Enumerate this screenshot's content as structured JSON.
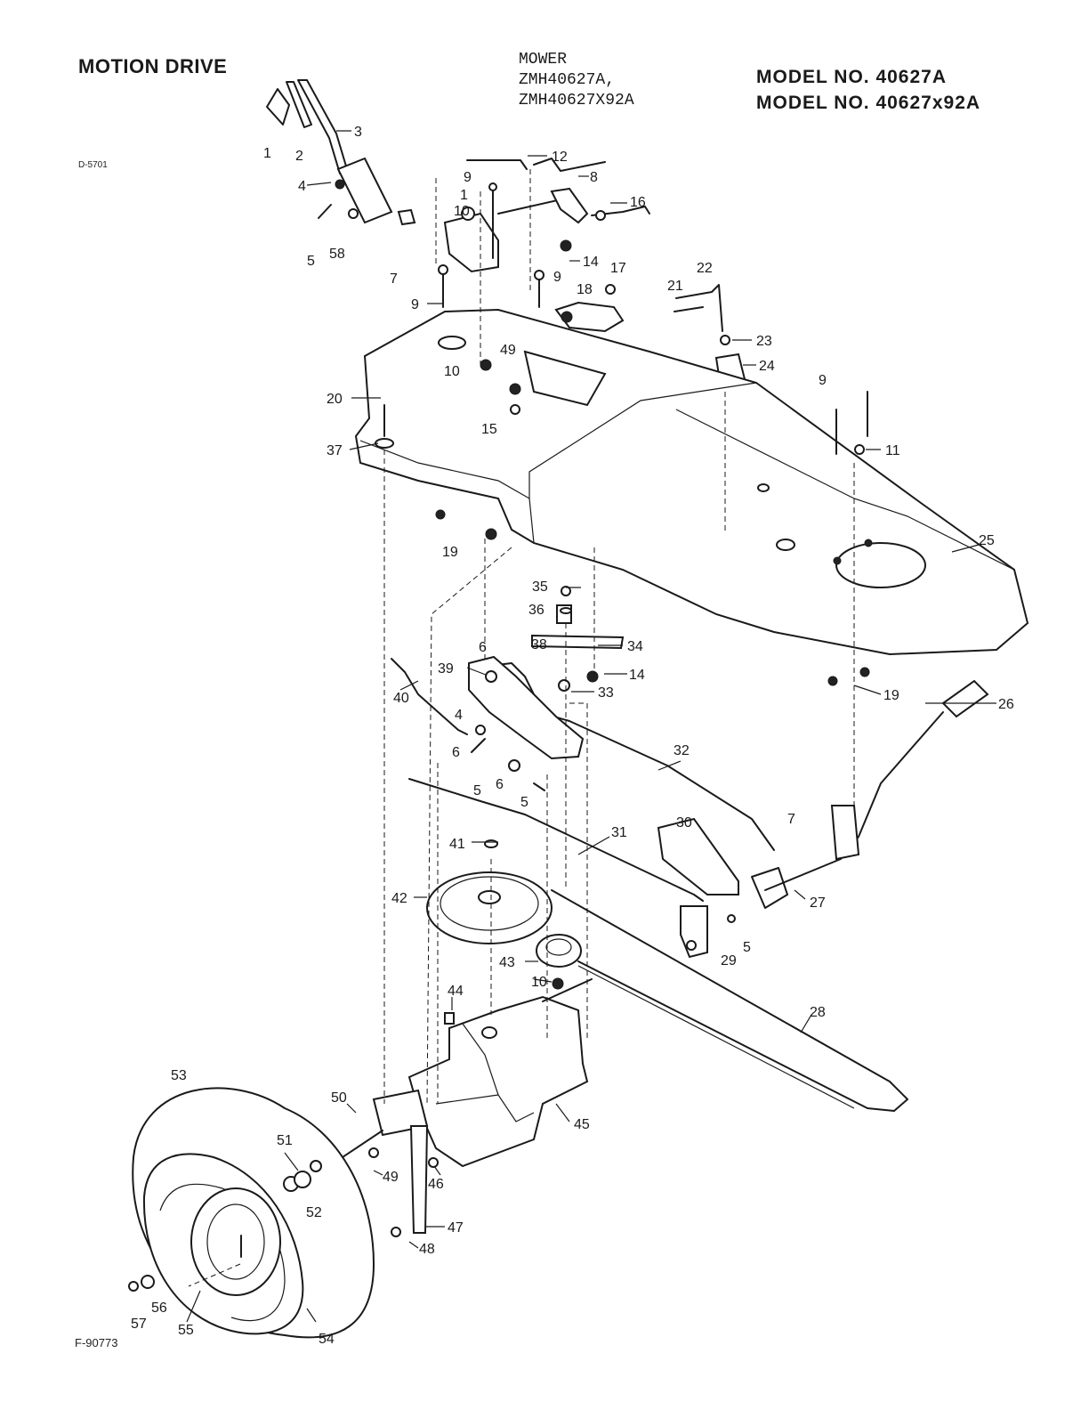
{
  "header": {
    "title": "MOTION DRIVE",
    "product_type": "MOWER",
    "product_codes": [
      "ZMH40627A,",
      "ZMH40627X92A"
    ],
    "model_lines": [
      "MODEL NO. 40627A",
      "MODEL NO. 40627x92A"
    ],
    "drawing_code": "D-5701"
  },
  "footer": {
    "figure_code": "F-90773"
  },
  "callouts": [
    {
      "num": "1"
    },
    {
      "num": "2"
    },
    {
      "num": "3"
    },
    {
      "num": "4"
    },
    {
      "num": "5"
    },
    {
      "num": "58"
    },
    {
      "num": "7"
    },
    {
      "num": "9"
    },
    {
      "num": "1"
    },
    {
      "num": "10"
    },
    {
      "num": "12"
    },
    {
      "num": "8"
    },
    {
      "num": "16"
    },
    {
      "num": "14"
    },
    {
      "num": "9"
    },
    {
      "num": "17"
    },
    {
      "num": "18"
    },
    {
      "num": "9"
    },
    {
      "num": "21"
    },
    {
      "num": "22"
    },
    {
      "num": "23"
    },
    {
      "num": "24"
    },
    {
      "num": "10"
    },
    {
      "num": "49"
    },
    {
      "num": "15"
    },
    {
      "num": "20"
    },
    {
      "num": "37"
    },
    {
      "num": "9"
    },
    {
      "num": "11"
    },
    {
      "num": "19"
    },
    {
      "num": "25"
    },
    {
      "num": "35"
    },
    {
      "num": "36"
    },
    {
      "num": "38"
    },
    {
      "num": "34"
    },
    {
      "num": "14"
    },
    {
      "num": "6"
    },
    {
      "num": "33"
    },
    {
      "num": "19"
    },
    {
      "num": "26"
    },
    {
      "num": "39"
    },
    {
      "num": "4"
    },
    {
      "num": "40"
    },
    {
      "num": "6"
    },
    {
      "num": "32"
    },
    {
      "num": "5"
    },
    {
      "num": "6"
    },
    {
      "num": "5"
    },
    {
      "num": "30"
    },
    {
      "num": "7"
    },
    {
      "num": "41"
    },
    {
      "num": "31"
    },
    {
      "num": "42"
    },
    {
      "num": "27"
    },
    {
      "num": "5"
    },
    {
      "num": "29"
    },
    {
      "num": "43"
    },
    {
      "num": "10"
    },
    {
      "num": "44"
    },
    {
      "num": "28"
    },
    {
      "num": "53"
    },
    {
      "num": "50"
    },
    {
      "num": "45"
    },
    {
      "num": "51"
    },
    {
      "num": "49"
    },
    {
      "num": "46"
    },
    {
      "num": "52"
    },
    {
      "num": "47"
    },
    {
      "num": "48"
    },
    {
      "num": "56"
    },
    {
      "num": "57"
    },
    {
      "num": "55"
    },
    {
      "num": "54"
    }
  ]
}
